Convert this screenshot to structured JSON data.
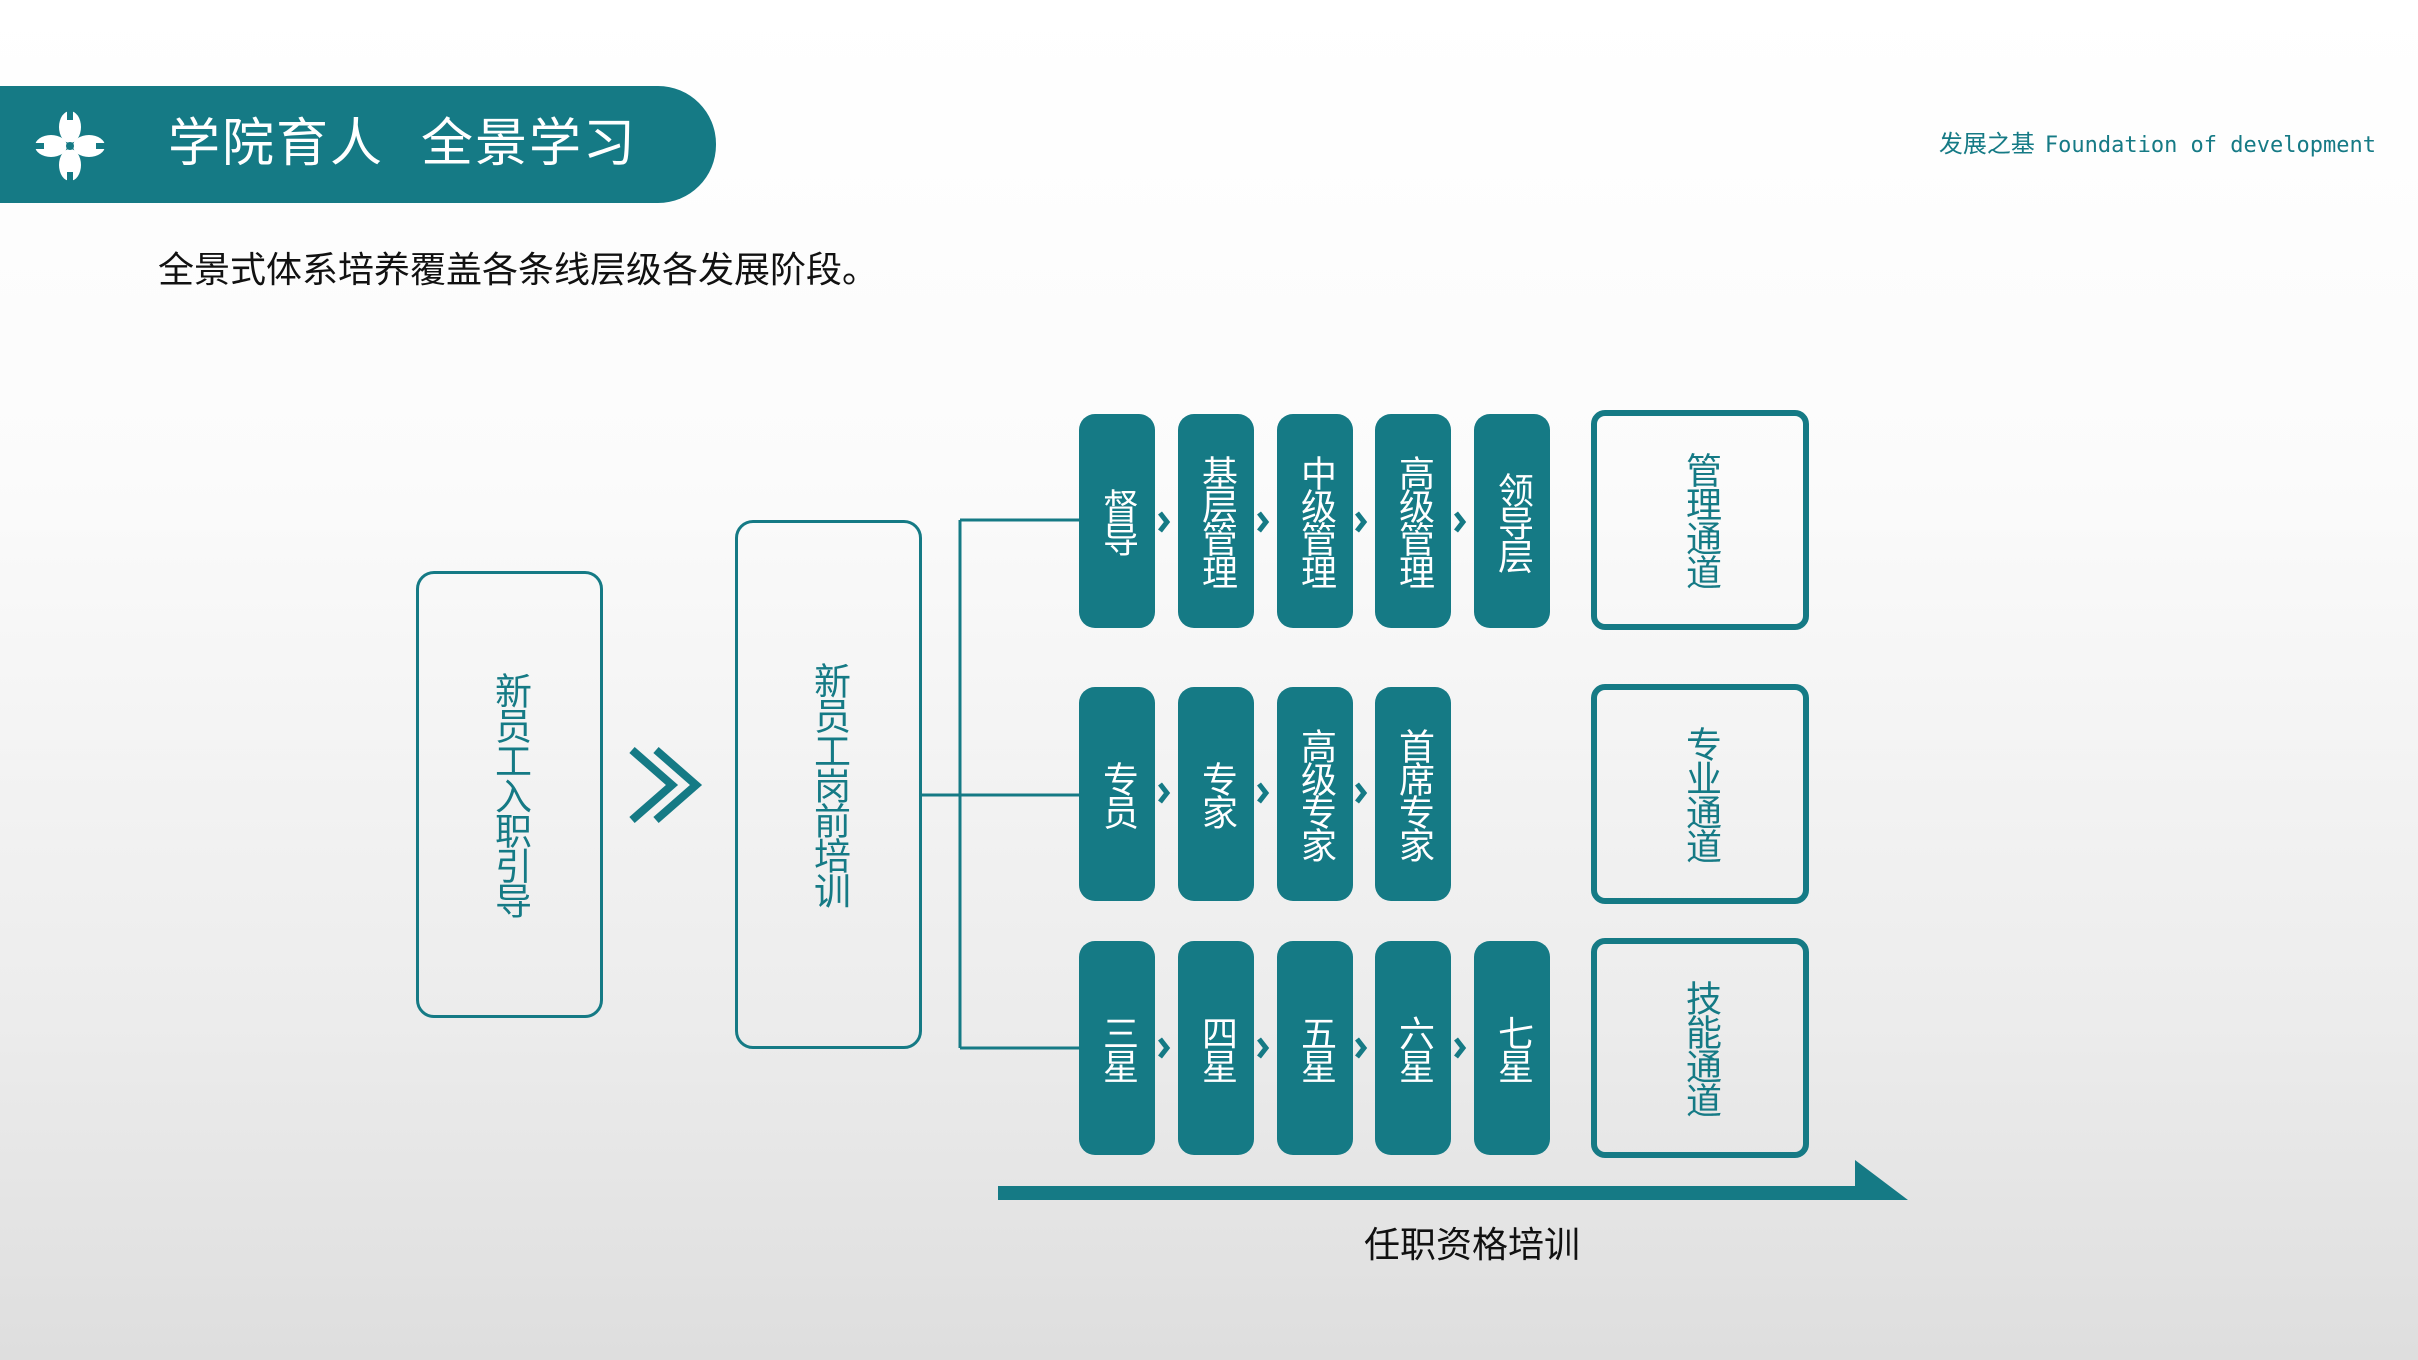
{
  "header": {
    "title": "学院育人  全景学习",
    "tagline_cn": "发展之基",
    "tagline_en": "Foundation of development"
  },
  "subtitle": "全景式体系培养覆盖各条线层级各发展阶段。",
  "stage1": "新员工入职引导",
  "stage2": "新员工岗前培训",
  "tracks": [
    {
      "steps": [
        "督导",
        "基层管理",
        "中级管理",
        "高级管理",
        "领导层"
      ],
      "path_label": "管理通道"
    },
    {
      "steps": [
        "专员",
        "专家",
        "高级专家",
        "首席专家"
      ],
      "path_label": "专业通道"
    },
    {
      "steps": [
        "三星",
        "四星",
        "五星",
        "六星",
        "七星"
      ],
      "path_label": "技能通道"
    }
  ],
  "bottom_label": "任职资格培训",
  "colors": {
    "brand": "#157a85",
    "text": "#111111"
  },
  "icons": {
    "logo": "four-petal-flower-icon",
    "stage_arrow": "double-chevron-right-icon",
    "step_arrow": "chevron-right-icon"
  }
}
